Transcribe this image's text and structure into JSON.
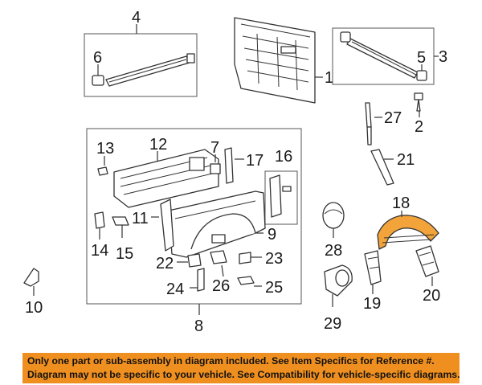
{
  "diagram": {
    "callouts": {
      "c1": "1",
      "c2": "2",
      "c3": "3",
      "c4": "4",
      "c5": "5",
      "c6": "6",
      "c7": "7",
      "c8": "8",
      "c9": "9",
      "c10": "10",
      "c11": "11",
      "c12": "12",
      "c13": "13",
      "c14": "14",
      "c15": "15",
      "c16": "16",
      "c17": "17",
      "c18": "18",
      "c19": "19",
      "c20": "20",
      "c21": "21",
      "c22": "22",
      "c23": "23",
      "c24": "24",
      "c25": "25",
      "c26": "26",
      "c27": "27",
      "c28": "28",
      "c29": "29"
    },
    "highlighted_part": "18",
    "highlight_color": "#f2a33a"
  },
  "banner": {
    "line1": "Only one part or sub-assembly in diagram included. See Item Specifics for Reference #.",
    "line2": "Diagram may not be specific to your vehicle. See Compatibility for vehicle-specific diagrams.",
    "background": "#ef8f1f"
  }
}
